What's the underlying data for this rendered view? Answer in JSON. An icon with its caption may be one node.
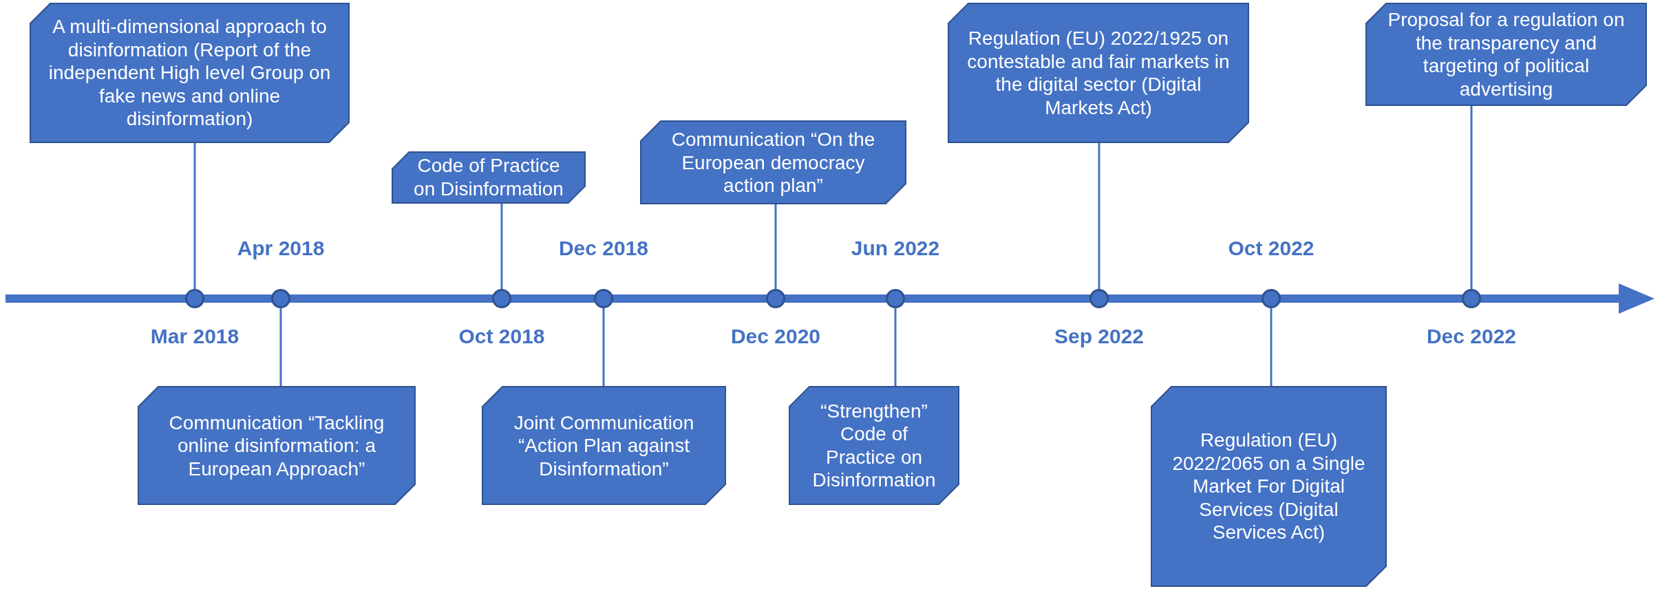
{
  "diagram": {
    "nodes": [
      {
        "text": [
          "A multi-dimensional approach to disinformation (Report of the independent High level Group on fake news and online disinformation)"
        ]
      },
      {
        "text": [
          "Communication “Tackling online disinformation: a European Approach”"
        ]
      },
      {
        "text": [
          "Code of Practice on Disinformation"
        ]
      },
      {
        "text": [
          "Joint Communication “Action Plan against Disinformation”"
        ]
      },
      {
        "text": [
          "Communication “On the European democracy action plan”"
        ]
      },
      {
        "text": [
          "“Strengthen” Code of Practice on Disinformation"
        ]
      },
      {
        "text": [
          "Regulation (EU) 2022/1925 on contestable and fair markets in the digital sector (Digital Markets Act)"
        ]
      },
      {
        "text": [
          "Regulation (EU) 2022/2065 on a Single Market For Digital Services (Digital Services Act)"
        ]
      },
      {
        "text": [
          "Proposal for a regulation on the transparency and targeting of political advertising"
        ]
      },
      {
        "text": [],
        "shape": "circle",
        "beside": [
          "Mar 2018"
        ]
      },
      {
        "text": [],
        "shape": "circle",
        "beside": [
          "Apr 2018"
        ]
      },
      {
        "text": [],
        "shape": "circle",
        "beside": [
          "Oct 2018"
        ]
      },
      {
        "text": [],
        "shape": "circle",
        "beside": [
          "Dec 2018"
        ]
      },
      {
        "text": [],
        "shape": "circle",
        "beside": [
          "Dec 2020"
        ]
      },
      {
        "text": [],
        "shape": "circle",
        "beside": [
          "Jun 2022"
        ]
      },
      {
        "text": [],
        "shape": "circle",
        "beside": [
          "Sep 2022"
        ]
      },
      {
        "text": [],
        "shape": "circle",
        "beside": [
          "Oct 2022"
        ]
      },
      {
        "text": [],
        "shape": "circle",
        "beside": [
          "Dec 2022"
        ]
      }
    ],
    "edges": [
      {
        "from": 0,
        "to": 9,
        "arrow": "none"
      },
      {
        "from": 1,
        "to": 10,
        "arrow": "none"
      },
      {
        "from": 2,
        "to": 11,
        "arrow": "none"
      },
      {
        "from": 3,
        "to": 12,
        "arrow": "none"
      },
      {
        "from": 4,
        "to": 13,
        "arrow": "none"
      },
      {
        "from": 5,
        "to": 14,
        "arrow": "none"
      },
      {
        "from": 6,
        "to": 15,
        "arrow": "none"
      },
      {
        "from": 7,
        "to": 16,
        "arrow": "none"
      },
      {
        "from": 8,
        "to": 17,
        "arrow": "none"
      }
    ]
  }
}
